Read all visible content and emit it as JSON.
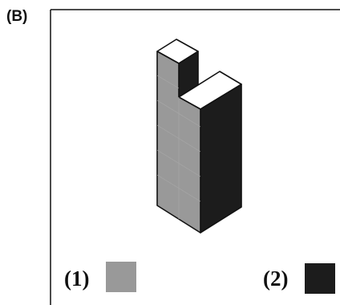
{
  "panel": {
    "label": "(B)"
  },
  "legend": [
    {
      "label": "(1)",
      "color": "#999999"
    },
    {
      "label": "(2)",
      "color": "#1c1c1c"
    }
  ],
  "colors": {
    "top_face": "#ffffff",
    "front_face": "#999999",
    "side_face": "#1c1c1c",
    "outline": "#111111",
    "grid_line": "#a8a8a8"
  }
}
